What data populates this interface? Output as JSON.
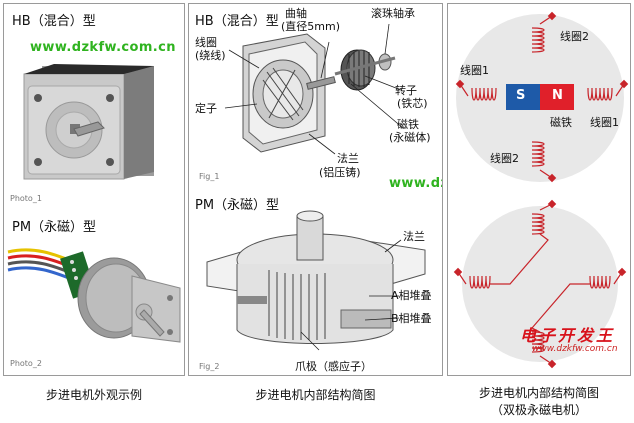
{
  "panel_left": {
    "hb_title": "HB（混合）型",
    "photo1_label": "Photo_1",
    "pm_title": "PM（永磁）型",
    "photo2_label": "Photo_2",
    "watermark": "www.dzkfw.com.cn"
  },
  "panel_middle": {
    "hb_title": "HB（混合）型",
    "label_shaft": "曲轴",
    "label_shaft_diameter": "(直径5mm)",
    "label_bearing": "滚珠轴承",
    "label_coil": "线圈",
    "label_winding": "(绕线)",
    "label_stator": "定子",
    "label_rotor": "转子",
    "label_iron_core": "(铁芯)",
    "label_magnet": "磁铁",
    "label_permanent_magnet": "(永磁体)",
    "label_flange": "法兰",
    "label_cast_aluminum": "(铝压铸)",
    "fig1_label": "Fig_1",
    "pm_title": "PM（永磁）型",
    "label_flange2": "法兰",
    "label_a_stack": "A相堆叠",
    "label_b_stack": "B相堆叠",
    "label_claw_pole": "爪极（感应子）",
    "fig2_label": "Fig_2",
    "watermark": "www.dzkfw.com.cn"
  },
  "panel_right": {
    "label_coil2_top": "线圈2",
    "label_coil1_left": "线圈1",
    "label_coil1_right": "线圈1",
    "label_coil2_bottom": "线圈2",
    "label_magnet": "磁铁",
    "magnet_s": "S",
    "magnet_n": "N",
    "watermark_cn": "电子开发王",
    "watermark_url": "www.dzkfw.com.cn"
  },
  "captions": {
    "left": "步进电机外观示例",
    "middle": "步进电机内部结构简图",
    "right_line1": "步进电机内部结构简图",
    "right_line2": "（双极永磁电机）"
  },
  "colors": {
    "watermark_green": "#2fb31f",
    "watermark_red": "#d8121b",
    "coil_red": "#c8242a",
    "magnet_blue": "#1e5aa8",
    "magnet_red": "#e0202a"
  }
}
